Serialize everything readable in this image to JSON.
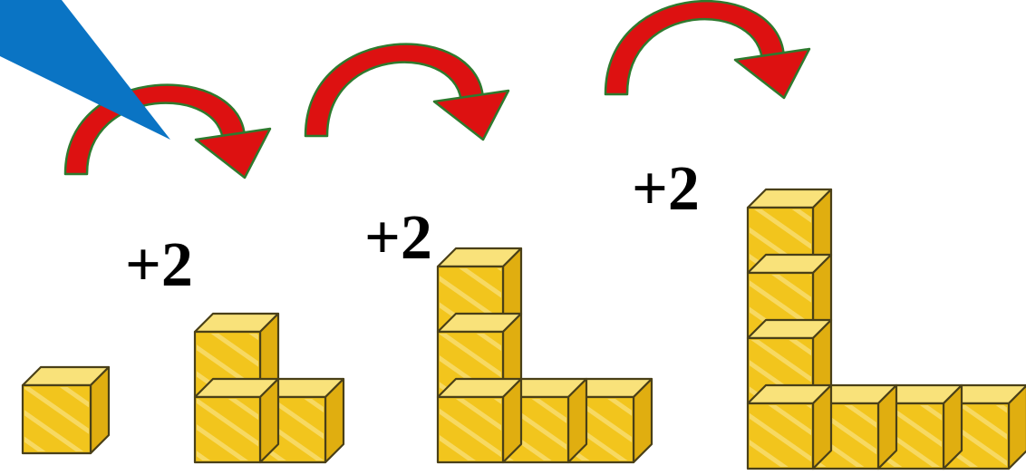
{
  "pattern": {
    "cube_counts": [
      1,
      3,
      5,
      7
    ],
    "step_labels": [
      "+2",
      "+2",
      "+2"
    ]
  },
  "colors": {
    "cube_fill": "#f2c51d",
    "cube_light": "#f9e27a",
    "cube_edge": "#4a4018",
    "arrow_fill": "#dd1111",
    "arrow_outline": "#2e7a2e",
    "pointer_fill": "#0a74c4"
  },
  "icons": {
    "pointer": "blue-pointer-icon",
    "arrow": "curved-arrow-icon"
  }
}
